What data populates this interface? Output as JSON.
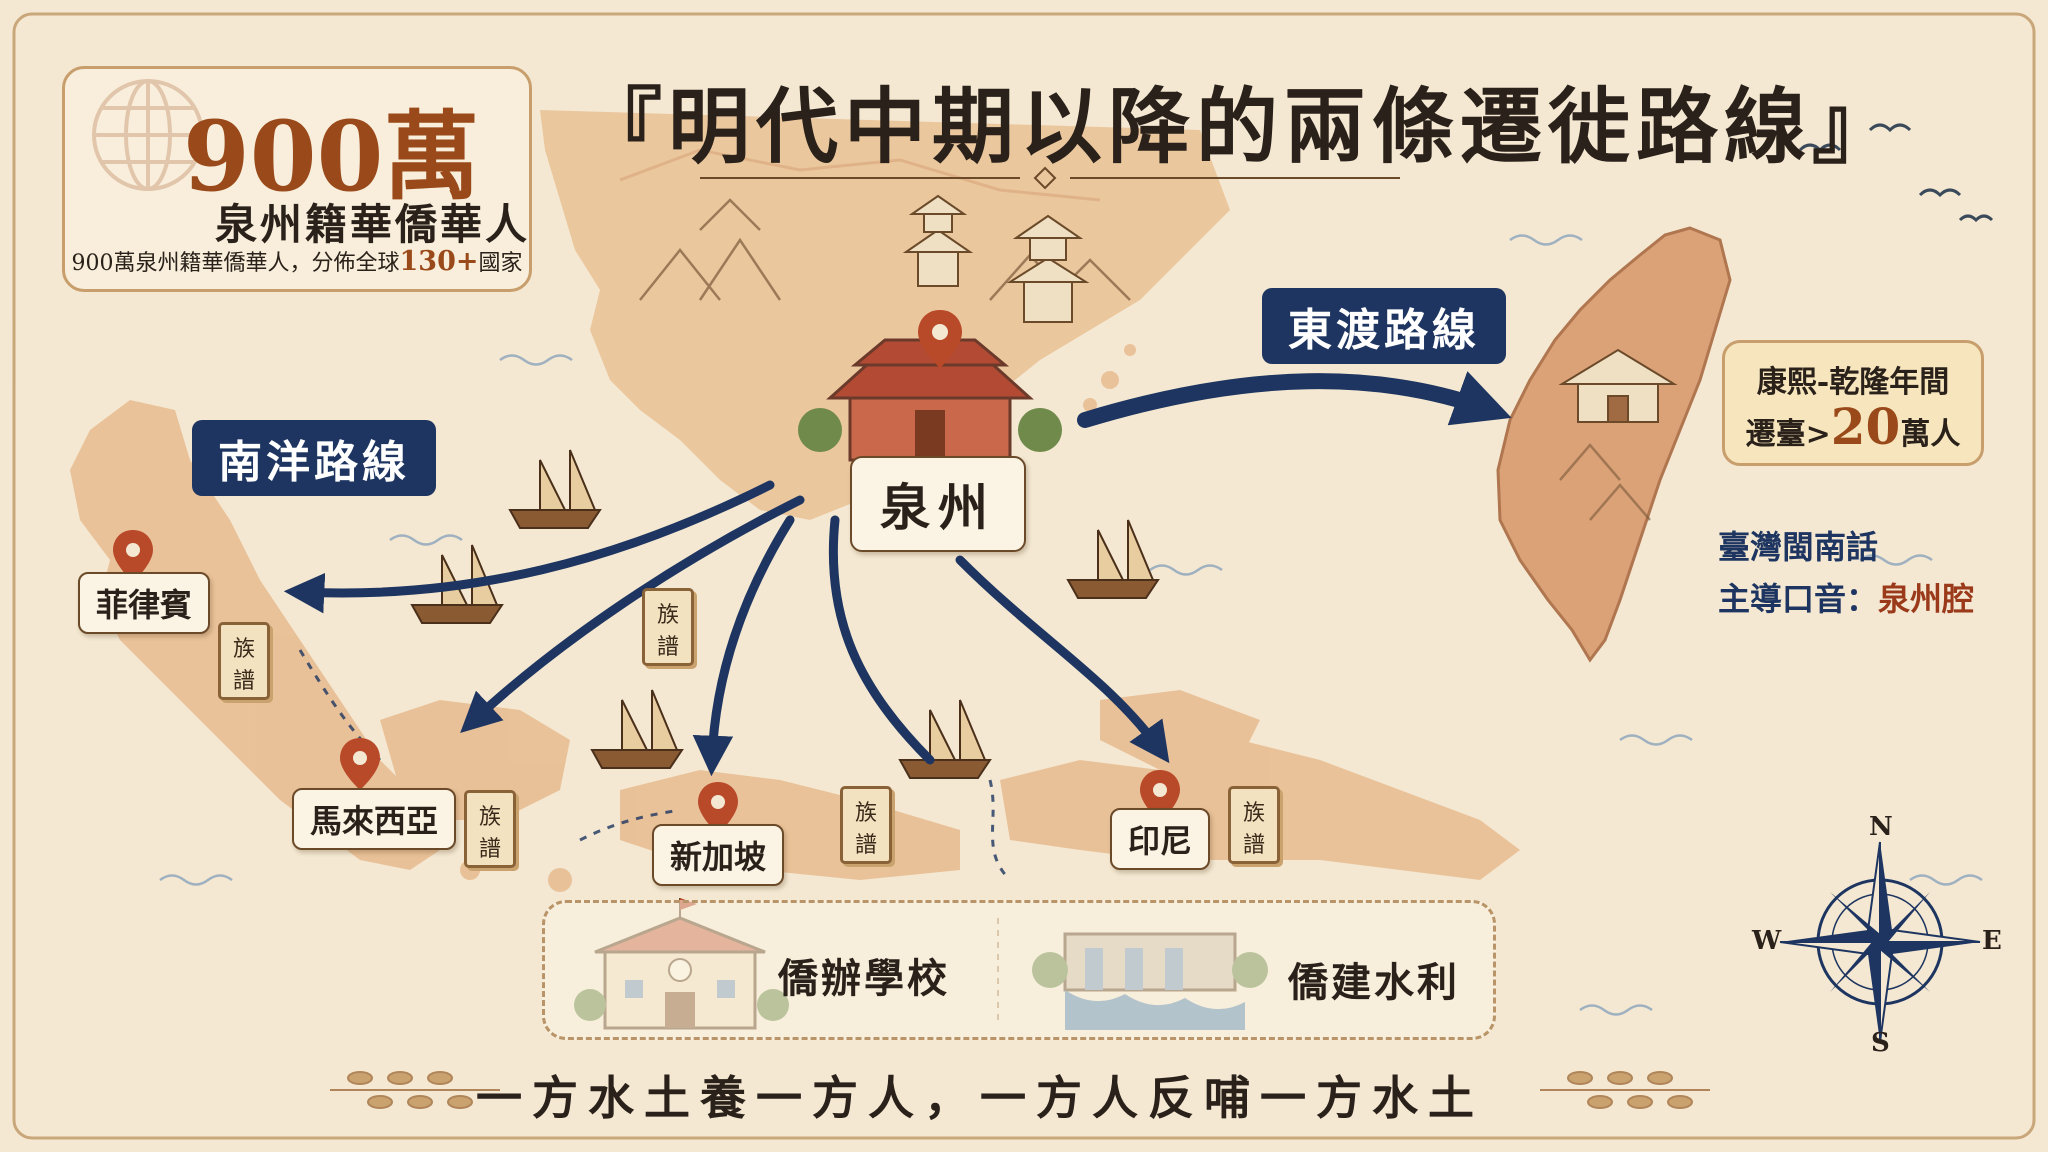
{
  "title": "『明代中期以降的兩條遷徙路線』",
  "stats": {
    "number": "900萬",
    "label": "泉州籍華僑華人",
    "detail_prefix": "900萬泉州籍華僑華人，分佈全球",
    "detail_highlight": "130+",
    "detail_suffix": "國家",
    "icon": "globe-icon"
  },
  "routes": {
    "east": "東渡路線",
    "south": "南洋路線"
  },
  "places": {
    "origin": "泉州",
    "philippines": "菲律賓",
    "malaysia": "馬來西亞",
    "singapore": "新加坡",
    "indonesia": "印尼"
  },
  "book": {
    "line1": "族",
    "line2": "譜"
  },
  "taiwan": {
    "period": "康熙-乾隆年間",
    "migrate_prefix": "遷臺",
    "migrate_symbol": ">",
    "migrate_number": "20",
    "migrate_unit": "萬人",
    "dialect_line1": "臺灣閩南話",
    "dialect_prefix": "主導口音：",
    "dialect_accent": "泉州腔"
  },
  "legend": {
    "school": "僑辦學校",
    "water": "僑建水利"
  },
  "motto": "一方水土養一方人，一方人反哺一方水土",
  "compass": {
    "n": "N",
    "s": "S",
    "e": "E",
    "w": "W"
  },
  "colors": {
    "parchment": "#f4e8d2",
    "land": "#e7b98c",
    "route_navy": "#1d3560",
    "accent_red": "#9a4a1a",
    "pin_red": "#b84a2a"
  }
}
